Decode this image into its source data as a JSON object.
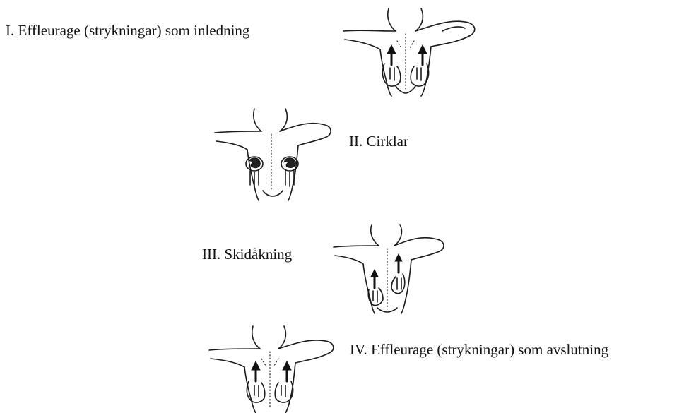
{
  "steps": [
    {
      "label": "I. Effleurage (strykningar) som inledning",
      "illustration": "back-massage-upward-strokes-figure"
    },
    {
      "label": "II. Cirklar",
      "illustration": "back-massage-circles-figure"
    },
    {
      "label": "III. Skidåkning",
      "illustration": "back-massage-alternating-strokes-figure"
    },
    {
      "label": "IV. Effleurage (strykningar) som avslutning",
      "illustration": "back-massage-upward-strokes-figure"
    }
  ]
}
